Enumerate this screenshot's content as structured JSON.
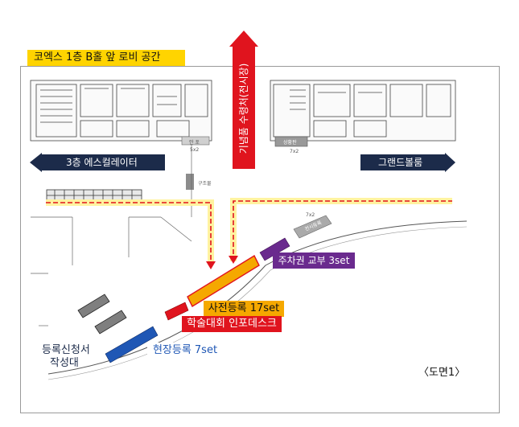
{
  "title": "코엑스 1층 B홀 앞 로비 공간",
  "arrow_up_label": "기념품 수령처(전시장)",
  "arrow_left_label": "3층 에스컬레이터",
  "arrow_right_label": "그랜드볼룸",
  "labels": {
    "parking": "주차권 교부 3set",
    "prereg": "사전등록 17set",
    "academic": "학술대회 인포데스크",
    "onsite": "현장등록 7set",
    "form_line1": "등록신청서",
    "form_line2": "작성대",
    "figure": "〈도면1〉"
  },
  "small_labels": {
    "info": "안 포",
    "info_size": "5x2",
    "lounge": "상황판",
    "lounge_size": "7x2",
    "exhibit": "전시등록",
    "exhibit_size": "7x2",
    "struct": "구조물"
  },
  "colors": {
    "title_bg": "#ffd400",
    "arrow_red": "#e0141e",
    "arrow_navy": "#1c2b4a",
    "prereg": "#f5a800",
    "academic": "#e0141e",
    "onsite": "#1f57b5",
    "parking": "#6a2a8e",
    "form": "#7f7f7f"
  }
}
